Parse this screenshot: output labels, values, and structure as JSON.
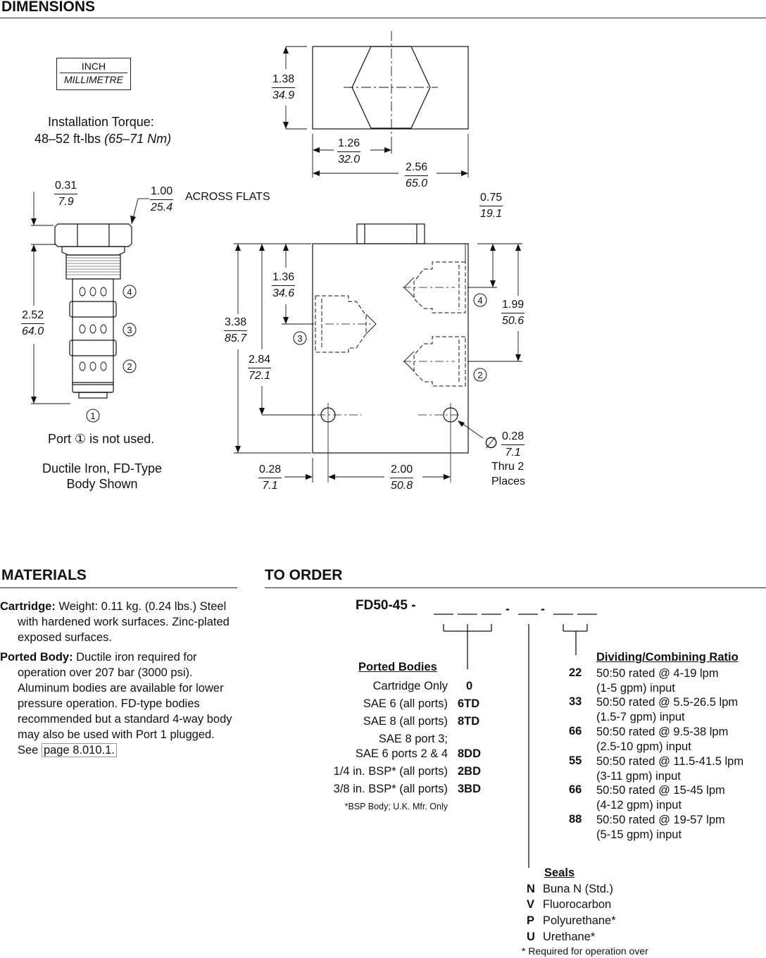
{
  "dimensions": {
    "title": "DIMENSIONS",
    "units": {
      "top": "INCH",
      "bottom": "MILLIMETRE"
    },
    "torque_label": "Installation Torque:",
    "torque_value": "48–52 ft-lbs",
    "torque_metric": "(65–71 Nm)",
    "across_flats": "ACROSS FLATS",
    "port_note_before": "Port ",
    "port_note_symbol": "①",
    "port_note_after": " is not used.",
    "body_note_1": "Ductile Iron, FD-Type",
    "body_note_2": "Body Shown",
    "thru_1": "Thru 2",
    "thru_2": "Places",
    "dia_symbol": "∅",
    "ports": [
      "1",
      "2",
      "3",
      "4"
    ],
    "dims": [
      {
        "id": "top-h",
        "in": "1.38",
        "mm": "34.9"
      },
      {
        "id": "top-w-half",
        "in": "1.26",
        "mm": "32.0"
      },
      {
        "id": "top-w",
        "in": "2.56",
        "mm": "65.0"
      },
      {
        "id": "cart-top",
        "in": "0.31",
        "mm": "7.9"
      },
      {
        "id": "cart-hex",
        "in": "1.00",
        "mm": "25.4"
      },
      {
        "id": "cart-len",
        "in": "2.52",
        "mm": "64.0"
      },
      {
        "id": "body-total",
        "in": "3.38",
        "mm": "85.7"
      },
      {
        "id": "body-port3",
        "in": "1.36",
        "mm": "34.6"
      },
      {
        "id": "body-holes",
        "in": "2.84",
        "mm": "72.1"
      },
      {
        "id": "body-port4",
        "in": "0.75",
        "mm": "19.1"
      },
      {
        "id": "body-port2",
        "in": "1.99",
        "mm": "50.6"
      },
      {
        "id": "hole-dia",
        "in": "0.28",
        "mm": "7.1"
      },
      {
        "id": "hole-edge",
        "in": "0.28",
        "mm": "7.1"
      },
      {
        "id": "hole-span",
        "in": "2.00",
        "mm": "50.8"
      }
    ]
  },
  "materials": {
    "title": "MATERIALS",
    "cartridge_label": "Cartridge:",
    "cartridge_text": " Weight: 0.11 kg. (0.24 lbs.) Steel with hardened work surfaces. Zinc-plated exposed surfaces.",
    "body_label": "Ported Body:",
    "body_text": " Ductile iron required for operation over 207 bar (3000 psi). Aluminum bodies are available for lower pressure operation. FD-type bodies recommended but a standard 4-way body may also be used with Port 1 plugged. See ",
    "body_link": "page 8.010.1.",
    "body_end": ""
  },
  "order": {
    "title": "TO ORDER",
    "model": "FD50-45 -",
    "ported_bodies_header": "Ported Bodies",
    "ported_bodies": [
      {
        "label": "Cartridge Only",
        "code": "0"
      },
      {
        "label": "SAE 6 (all ports)",
        "code": "6TD"
      },
      {
        "label": "SAE 8 (all ports)",
        "code": "8TD"
      },
      {
        "label": "SAE 8 port 3;",
        "code": ""
      },
      {
        "label": "SAE 6 ports 2 & 4",
        "code": "8DD"
      },
      {
        "label": "1/4 in. BSP* (all ports)",
        "code": "2BD"
      },
      {
        "label": "3/8 in. BSP* (all ports)",
        "code": "3BD"
      }
    ],
    "bsp_note": "*BSP Body; U.K. Mfr. Only",
    "ratio_header": "Dividing/Combining Ratio",
    "ratios": [
      {
        "code": "22",
        "line1": "50:50 rated @ 4-19 lpm",
        "line2": "(1-5 gpm) input"
      },
      {
        "code": "33",
        "line1": "50:50 rated @ 5.5-26.5 lpm",
        "line2": "(1.5-7 gpm) input"
      },
      {
        "code": "66",
        "line1": "50:50 rated @ 9.5-38 lpm",
        "line2": "(2.5-10 gpm) input"
      },
      {
        "code": "55",
        "line1": "50:50 rated @ 11.5-41.5 lpm",
        "line2": "(3-11 gpm) input"
      },
      {
        "code": "66",
        "line1": "50:50 rated @ 15-45 lpm",
        "line2": "(4-12 gpm) input"
      },
      {
        "code": "88",
        "line1": "50:50 rated @ 19-57 lpm",
        "line2": "(5-15 gpm) input"
      }
    ],
    "seals_header": "Seals",
    "seals": [
      {
        "code": "N",
        "label": "Buna N (Std.)"
      },
      {
        "code": "V",
        "label": "Fluorocarbon"
      },
      {
        "code": "P",
        "label": "Polyurethane*"
      },
      {
        "code": "U",
        "label": "Urethane*"
      }
    ],
    "seals_note": "* Required for operation over"
  }
}
